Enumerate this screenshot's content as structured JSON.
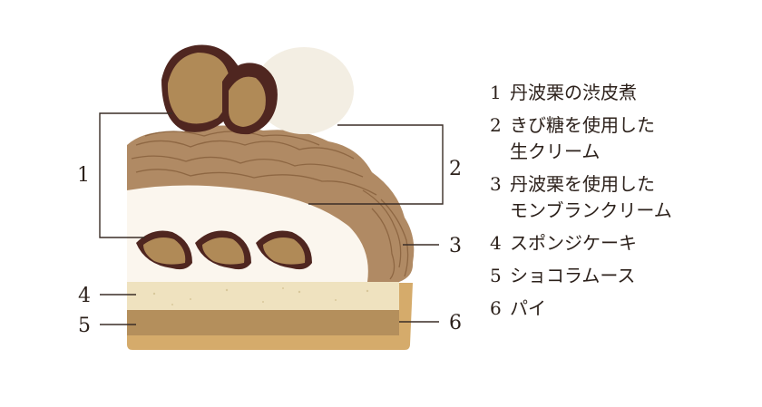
{
  "colors": {
    "chestnut_dark": "#4f2620",
    "chestnut_flesh": "#b08a57",
    "cream": "#fbf6ee",
    "montblanc": "#b08a64",
    "sponge": "#efe2bf",
    "chocolate_mousse": "#b48f5c",
    "pie": "#d5ab6b",
    "text": "#2c211b"
  },
  "callouts": {
    "c1": "1",
    "c2": "2",
    "c3": "3",
    "c4": "4",
    "c5": "5",
    "c6": "6"
  },
  "legend": [
    {
      "num": "1",
      "text": "丹波栗の渋皮煮"
    },
    {
      "num": "2",
      "text": "きび糖を使用した\n生クリーム"
    },
    {
      "num": "3",
      "text": "丹波栗を使用した\nモンブランクリーム"
    },
    {
      "num": "4",
      "text": "スポンジケーキ"
    },
    {
      "num": "5",
      "text": "ショコラムース"
    },
    {
      "num": "6",
      "text": "パイ"
    }
  ]
}
